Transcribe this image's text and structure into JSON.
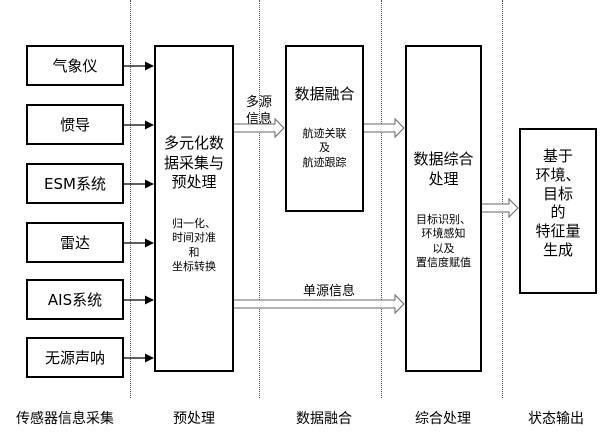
{
  "sensors": [
    "气象仪",
    "惯导",
    "ESM系统",
    "雷达",
    "AIS系统",
    "无源声呐"
  ],
  "preprocess": {
    "title": "多元化数\n据采集与\n预处理",
    "detail": "归一化、\n时间对准\n和\n坐标转换"
  },
  "fusion": {
    "title": "数据融合",
    "detail": "航迹关联\n及\n航迹跟踪"
  },
  "synthesis": {
    "title": "数据综合\n处理",
    "detail": "目标识别、\n环境感知\n以及\n置信度赋值"
  },
  "output": {
    "title": "基于\n环境、\n目标\n的\n特征量\n生成"
  },
  "arrow_labels": {
    "multi_source": "多源\n信息",
    "single_source": "单源信息"
  },
  "columns": [
    "传感器信息采集",
    "预处理",
    "数据融合",
    "综合处理",
    "状态输出"
  ]
}
